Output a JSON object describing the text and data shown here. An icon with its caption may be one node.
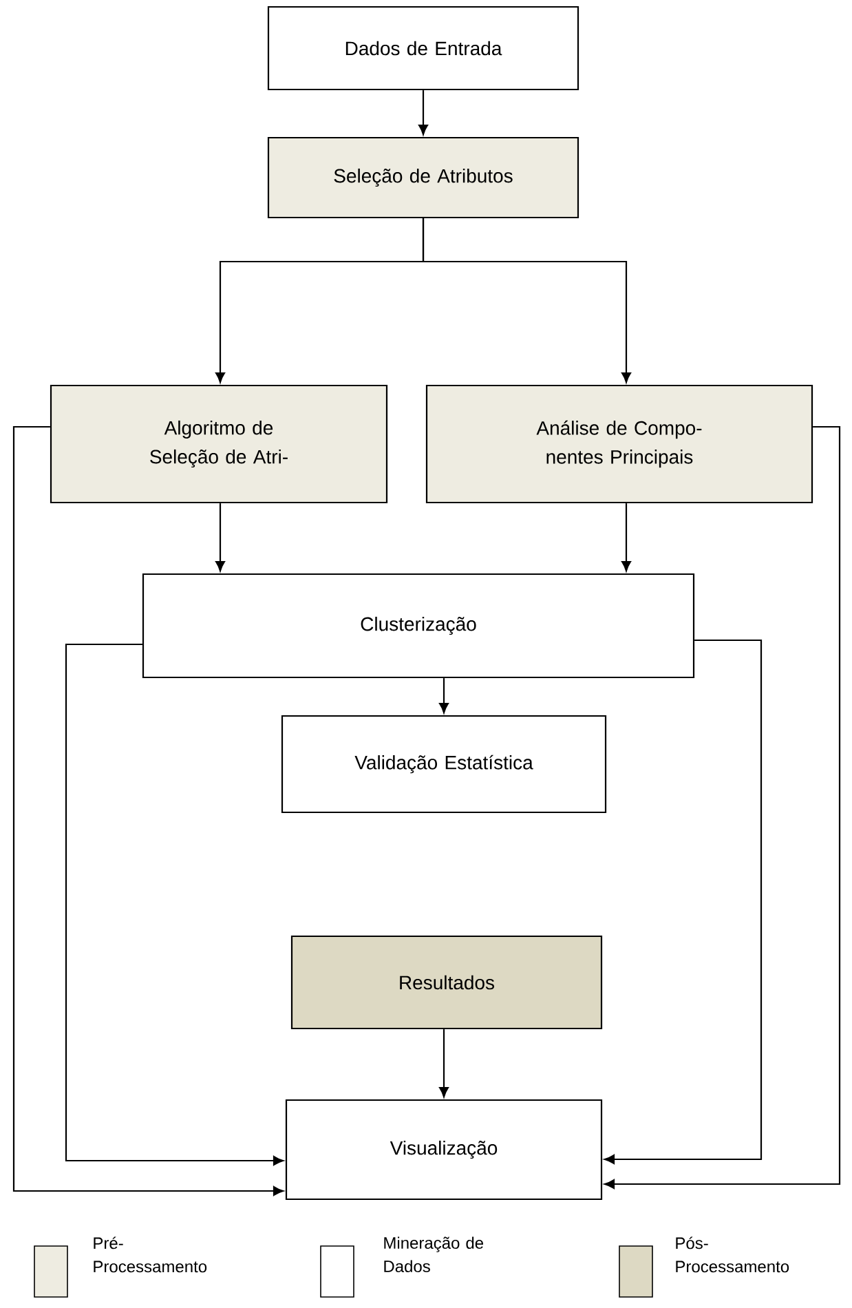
{
  "diagram": {
    "nodes": [
      {
        "text": [
          "Dados de Entrada"
        ]
      },
      {
        "text": [
          "Seleção de Atributos"
        ]
      },
      {
        "text": [
          "Algoritmo de Seleção de Atri-"
        ]
      },
      {
        "text": [
          "Análise de Compo- nentes Principais"
        ]
      },
      {
        "text": [
          "Clusterização"
        ]
      },
      {
        "text": [
          "Validação Estatística"
        ]
      },
      {
        "text": [
          "Resultados"
        ]
      },
      {
        "text": [
          "Visualização"
        ]
      }
    ],
    "edges": [
      {
        "from": 0,
        "to": 1,
        "arrow": "to"
      },
      {
        "from": 1,
        "to": 2,
        "arrow": "to"
      },
      {
        "from": 1,
        "to": 3,
        "arrow": "to"
      },
      {
        "from": 2,
        "to": 4,
        "arrow": "to"
      },
      {
        "from": 3,
        "to": 4,
        "arrow": "to"
      },
      {
        "from": 4,
        "to": 5,
        "arrow": "to"
      },
      {
        "from": 6,
        "to": 7,
        "arrow": "to"
      },
      {
        "from": 2,
        "to": 7,
        "arrow": "to"
      },
      {
        "from": 4,
        "to": 7,
        "arrow": "to"
      },
      {
        "from": 4,
        "to": 7,
        "arrow": "to"
      },
      {
        "from": 3,
        "to": 7,
        "arrow": "to"
      }
    ],
    "legend": [
      {
        "text": "Pré- Processamento",
        "color": "#eeece1"
      },
      {
        "text": "Mineração de Dados"
      },
      {
        "text": "Pós- Processamento",
        "color": "#ddd9c3"
      }
    ]
  }
}
